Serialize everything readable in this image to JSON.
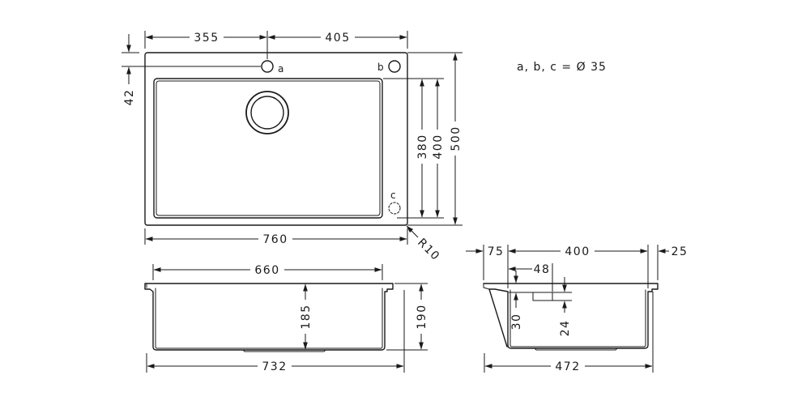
{
  "note": "a, b, c = Ø 35",
  "labels": {
    "a": "a",
    "b": "b",
    "c": "c"
  },
  "top_view": {
    "dim_355": "355",
    "dim_405": "405",
    "dim_42": "42",
    "dim_380": "380",
    "dim_400": "400",
    "dim_500": "500",
    "dim_760": "760",
    "radius": "R10"
  },
  "front_view": {
    "dim_660": "660",
    "dim_185": "185",
    "dim_190": "190",
    "dim_732": "732"
  },
  "side_view": {
    "dim_75": "75",
    "dim_400": "400",
    "dim_25": "25",
    "dim_48": "48",
    "dim_30": "30",
    "dim_24": "24",
    "dim_472": "472"
  }
}
